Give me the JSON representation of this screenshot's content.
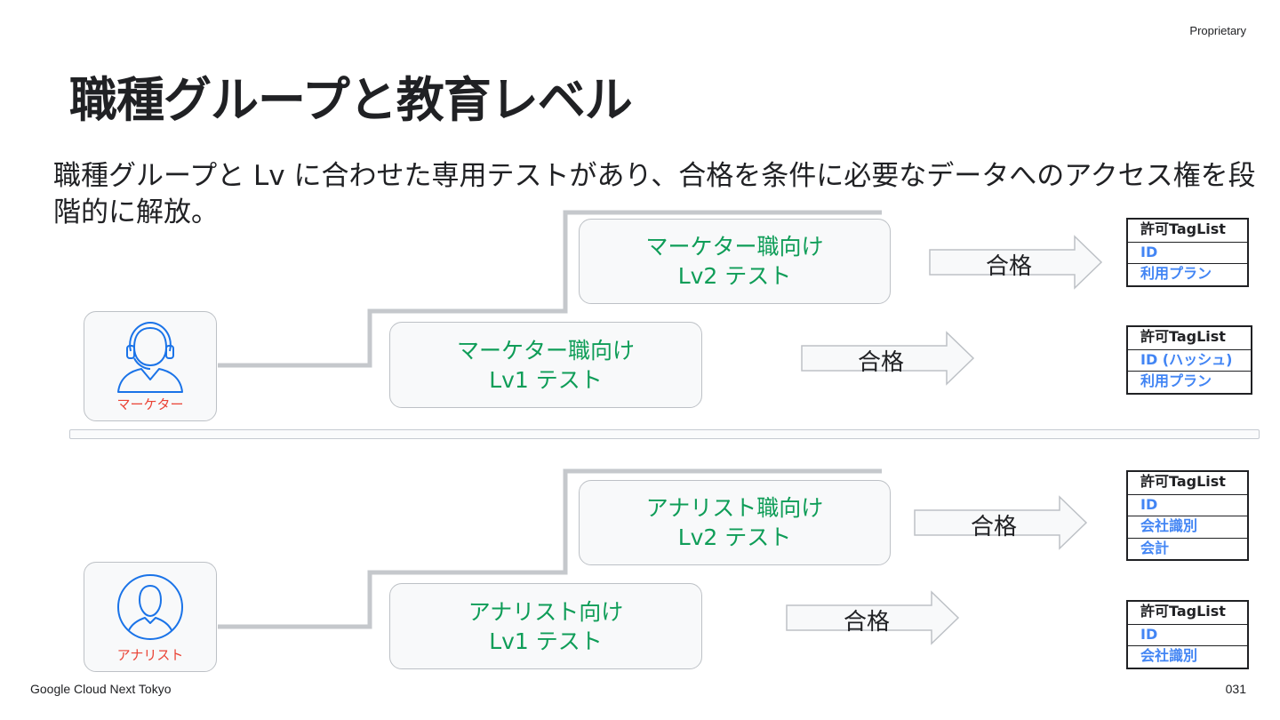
{
  "header": {
    "proprietary": "Proprietary"
  },
  "title": "職種グループと教育レベル",
  "subtitle": "職種グループと Lv に合わせた専用テストがあり、合格を条件に必要なデータへのアクセス権を段階的に解放。",
  "sections": [
    {
      "persona": {
        "label": "マーケター",
        "icon": "headset-user-icon"
      },
      "lv2": {
        "line1": "マーケター職向け",
        "line2": "Lv2 テスト",
        "pass": "合格",
        "taglist": {
          "header": "許可TagList",
          "items": [
            "ID",
            "利用プラン"
          ]
        }
      },
      "lv1": {
        "line1": "マーケター職向け",
        "line2": "Lv1 テスト",
        "pass": "合格",
        "taglist": {
          "header": "許可TagList",
          "items": [
            "ID (ハッシュ)",
            "利用プラン"
          ]
        }
      }
    },
    {
      "persona": {
        "label": "アナリスト",
        "icon": "user-circle-icon"
      },
      "lv2": {
        "line1": "アナリスト職向け",
        "line2": "Lv2 テスト",
        "pass": "合格",
        "taglist": {
          "header": "許可TagList",
          "items": [
            "ID",
            "会社識別",
            "会計"
          ]
        }
      },
      "lv1": {
        "line1": "アナリスト向け",
        "line2": "Lv1 テスト",
        "pass": "合格",
        "taglist": {
          "header": "許可TagList",
          "items": [
            "ID",
            "会社識別"
          ]
        }
      }
    }
  ],
  "footer": {
    "left": "Google Cloud Next Tokyo",
    "page": "031"
  },
  "colors": {
    "test_text": "#0f9d58",
    "persona_label": "#ea4335",
    "tag_item": "#4285f4",
    "connector": "#c5c8cc"
  }
}
